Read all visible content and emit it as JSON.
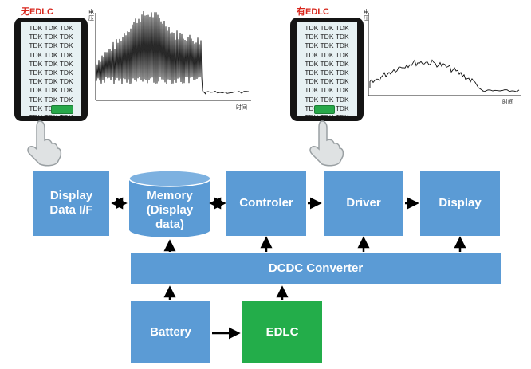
{
  "left_panel": {
    "title": "无EDLC",
    "screen_lines": [
      "TDK TDK TDK",
      "TDK TDK TDK",
      "TDK TDK TDK",
      "TDK TDK TDK",
      "TDK TDK TDK",
      "TDK TDK TDK",
      "TDK TDK TDK",
      "TDK TDK TDK",
      "TDK TDK TDK",
      "TDK TDK TDK",
      "TDK TDK TDK"
    ],
    "chart": {
      "ylabel": "电压",
      "xlabel": "时间"
    }
  },
  "right_panel": {
    "title": "有EDLC",
    "screen_lines": [
      "TDK TDK TDK",
      "TDK TDK TDK",
      "TDK TDK TDK",
      "TDK TDK TDK",
      "TDK TDK TDK",
      "TDK TDK TDK",
      "TDK TDK TDK",
      "TDK TDK TDK",
      "TDK TDK TDK",
      "TDK TDK TDK",
      "TDK TDK TDK"
    ],
    "chart": {
      "ylabel": "电压",
      "xlabel": "时间"
    }
  },
  "blocks": {
    "display_if": {
      "line1": "Display",
      "line2": "Data I/F"
    },
    "memory": {
      "line1": "Memory",
      "line2": "(Display",
      "line3": "data)"
    },
    "controler": "Controler",
    "driver": "Driver",
    "display": "Display",
    "dcdc": "DCDC Converter",
    "battery": "Battery",
    "edlc": "EDLC"
  },
  "colors": {
    "block_blue": "#5b9bd5",
    "edlc_green": "#23ad4a",
    "title_red": "#d8261c",
    "arrow": "#000000"
  }
}
